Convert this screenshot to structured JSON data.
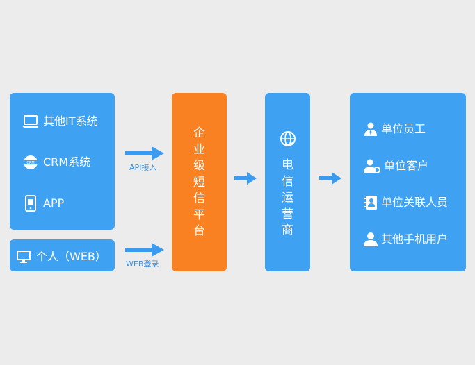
{
  "colors": {
    "blue": "#3fa1f1",
    "orange": "#fa8122",
    "arrow": "#3a9bf0",
    "background": "#ececec",
    "text": "#ffffff"
  },
  "sources": {
    "items": [
      {
        "icon": "laptop-icon",
        "label": "其他IT系统"
      },
      {
        "icon": "crm-icon",
        "label": "CRM系统"
      },
      {
        "icon": "mobile-app-icon",
        "label": "APP"
      }
    ]
  },
  "personal": {
    "icon": "monitor-icon",
    "label": "个人（WEB）"
  },
  "connectors": {
    "api_label": "API接入",
    "web_label": "WEB登录"
  },
  "platform": {
    "chars": [
      "企",
      "业",
      "级",
      "短",
      "信",
      "平",
      "台"
    ]
  },
  "carrier": {
    "icon": "globe-icon",
    "chars": [
      "电",
      "信",
      "运",
      "营",
      "商"
    ]
  },
  "users": {
    "items": [
      {
        "icon": "employee-icon",
        "label": "单位员工"
      },
      {
        "icon": "customer-icon",
        "label": "单位客户"
      },
      {
        "icon": "contacts-icon",
        "label": "单位关联人员"
      },
      {
        "icon": "user-icon",
        "label": "其他手机用户"
      }
    ]
  }
}
